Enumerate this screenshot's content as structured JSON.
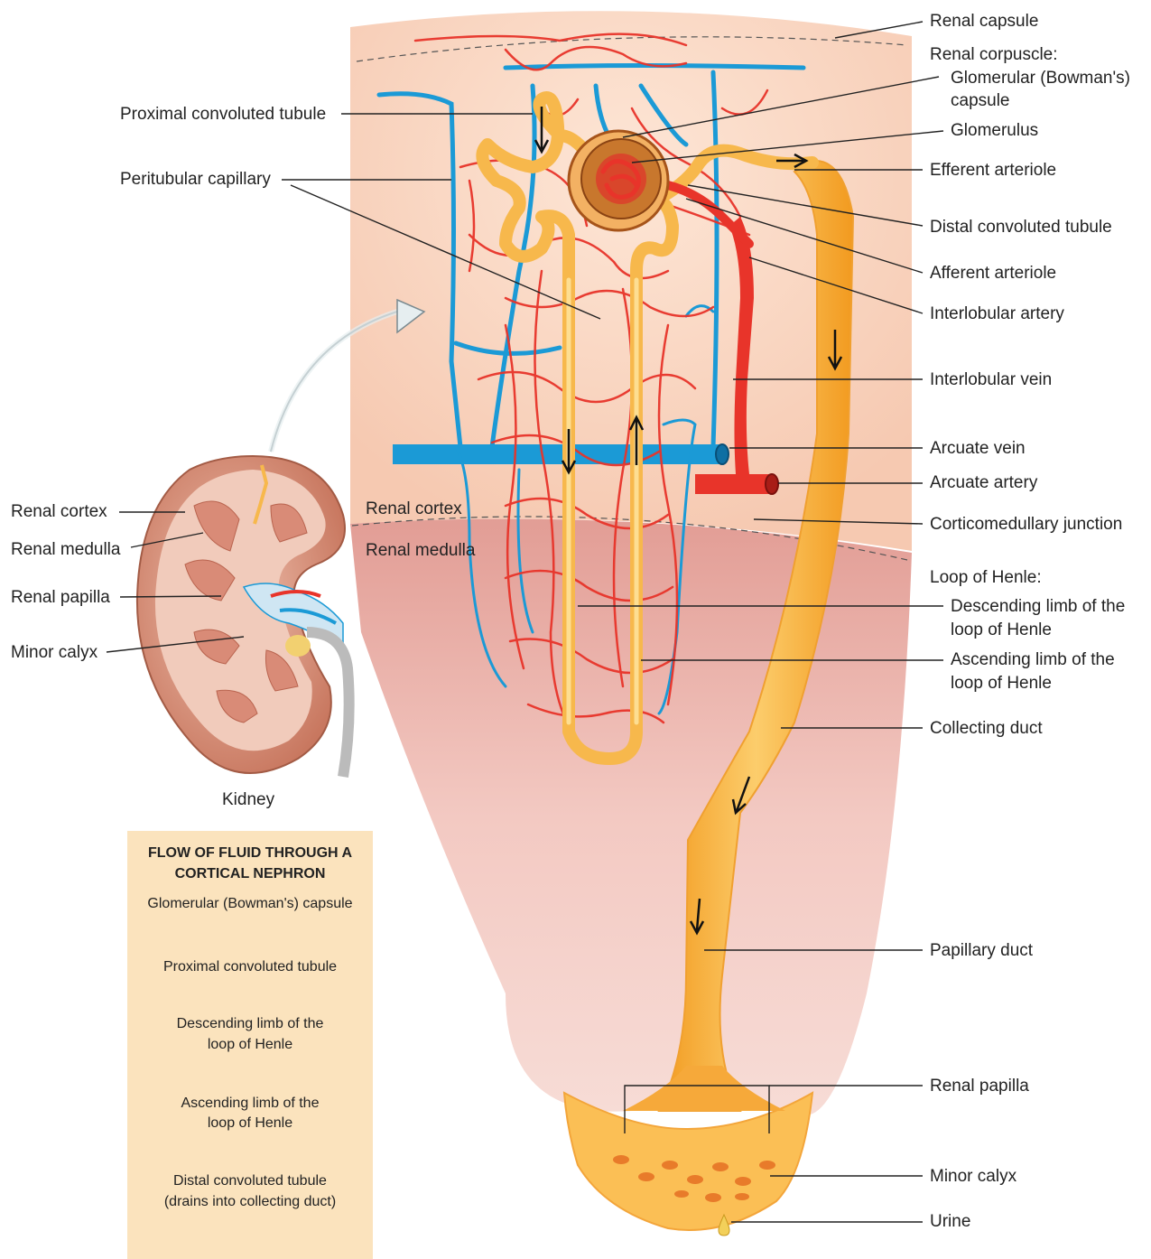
{
  "right_labels": {
    "renal_capsule": "Renal capsule",
    "renal_corpuscle": "Renal corpuscle:",
    "glomerular_capsule_1": "Glomerular (Bowman's)",
    "glomerular_capsule_2": "capsule",
    "glomerulus": "Glomerulus",
    "efferent_arteriole": "Efferent arteriole",
    "distal_convoluted_tubule": "Distal convoluted tubule",
    "afferent_arteriole": "Afferent arteriole",
    "interlobular_artery": "Interlobular artery",
    "interlobular_vein": "Interlobular vein",
    "arcuate_vein": "Arcuate vein",
    "arcuate_artery": "Arcuate artery",
    "corticomedullary_junction": "Corticomedullary junction",
    "loop_of_henle": "Loop of Henle:",
    "descending_limb_1": "Descending limb of the",
    "descending_limb_2": "loop of Henle",
    "ascending_limb_1": "Ascending limb of the",
    "ascending_limb_2": "loop of Henle",
    "collecting_duct": "Collecting duct",
    "papillary_duct": "Papillary duct",
    "renal_papilla": "Renal papilla",
    "minor_calyx": "Minor calyx",
    "urine": "Urine"
  },
  "left_labels": {
    "proximal_convoluted_tubule": "Proximal convoluted tubule",
    "peritubular_capillary": "Peritubular capillary"
  },
  "region_labels": {
    "renal_cortex": "Renal cortex",
    "renal_medulla": "Renal medulla"
  },
  "kidney_labels": {
    "renal_cortex": "Renal cortex",
    "renal_medulla": "Renal medulla",
    "renal_papilla": "Renal papilla",
    "minor_calyx": "Minor calyx",
    "caption": "Kidney"
  },
  "flow_box": {
    "title_1": "FLOW OF FLUID THROUGH A",
    "title_2": "CORTICAL NEPHRON",
    "steps": [
      "Glomerular (Bowman's) capsule",
      "Proximal convoluted tubule",
      "Descending limb of the",
      "loop of Henle",
      "Ascending limb of the",
      "loop of Henle",
      "Distal convoluted tubule",
      "(drains into collecting duct)"
    ]
  },
  "colors": {
    "artery": "#e8342a",
    "vein": "#1b9ad6",
    "tubule": "#f7b84c",
    "medulla": "#e9aaa2",
    "cortex": "#fbe0cf",
    "flow_box": "#fbe3bd"
  }
}
